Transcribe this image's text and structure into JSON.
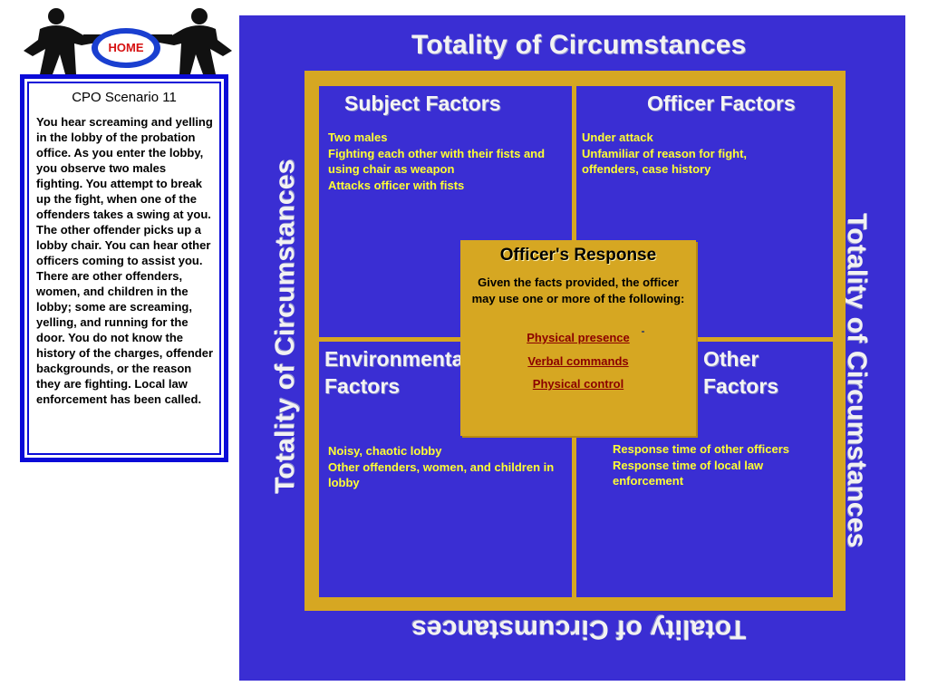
{
  "nav": {
    "home_label": "HOME"
  },
  "scenario": {
    "title": "CPO Scenario 11",
    "text": "You hear screaming and yelling in the lobby of the probation office. As you enter the lobby, you observe two males fighting. You attempt to break up the fight, when one of the offenders takes a swing at you. The other offender picks up a lobby chair. You can hear other officers coming to assist you. There are other offenders, women, and children in the lobby; some are screaming, yelling, and running for the door. You do not know the history of the charges, offender backgrounds, or the reason they are fighting. Local law enforcement has been called."
  },
  "diagram": {
    "title": "Totality of Circumstances",
    "subject": {
      "heading": "Subject Factors",
      "facts": [
        "Two males",
        "Fighting each other with their fists and using chair as weapon",
        "Attacks officer with fists"
      ]
    },
    "officer": {
      "heading": "Officer Factors",
      "facts": [
        "Under attack",
        "Unfamiliar of reason for fight, offenders, case history"
      ]
    },
    "environmental": {
      "heading_line1": "Environmental",
      "heading_line2": "Factors",
      "facts": [
        "Noisy, chaotic lobby",
        "Other offenders, women, and children in lobby"
      ]
    },
    "other": {
      "heading": "Other Factors",
      "facts": [
        "Response time of other officers",
        "Response time of local law enforcement"
      ]
    },
    "response": {
      "title": "Officer's Response",
      "intro": "Given the facts provided, the officer may use one or more of the following:",
      "options": [
        "Physical presence",
        "Verbal commands",
        "Physical control"
      ]
    }
  },
  "colors": {
    "diagram_bg": "#3a2ed3",
    "gold": "#d6a722",
    "fact_text": "#ffff33",
    "link": "#8b0000",
    "border_blue": "#0b0bd8"
  },
  "icons": [
    "officer-silhouettes-logo"
  ]
}
